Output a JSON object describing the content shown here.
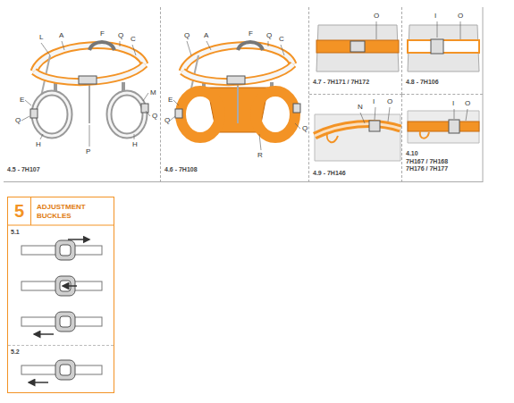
{
  "diagram": {
    "nodes": [
      {
        "text": [
          "4.5 - 7H107"
        ]
      },
      {
        "text": [
          "4.6 - 7H108"
        ]
      },
      {
        "text": [
          "4.7 - 7H171 / 7H172"
        ]
      },
      {
        "text": [
          "4.8 - 7H106"
        ]
      },
      {
        "text": [
          "4.9 - 7H146"
        ]
      },
      {
        "text": [
          "4.10",
          "7H167 / 7H168 7H176 / 7H177"
        ]
      },
      {
        "text": [
          "5",
          "ADJUSTMENT BUCKLES"
        ]
      },
      {
        "text": [
          "5.1"
        ],
        "in": 6
      },
      {
        "text": [
          "5.2"
        ],
        "in": 6
      }
    ],
    "labels": [
      "L",
      "A",
      "F",
      "Q",
      "C",
      "E",
      "Q",
      "M",
      "Q",
      "H",
      "H",
      "P",
      "Q",
      "A",
      "F",
      "Q",
      "C",
      "E",
      "Q",
      "Q",
      "R",
      "O",
      "I",
      "O",
      "N",
      "I",
      "O",
      "I",
      "O"
    ]
  }
}
